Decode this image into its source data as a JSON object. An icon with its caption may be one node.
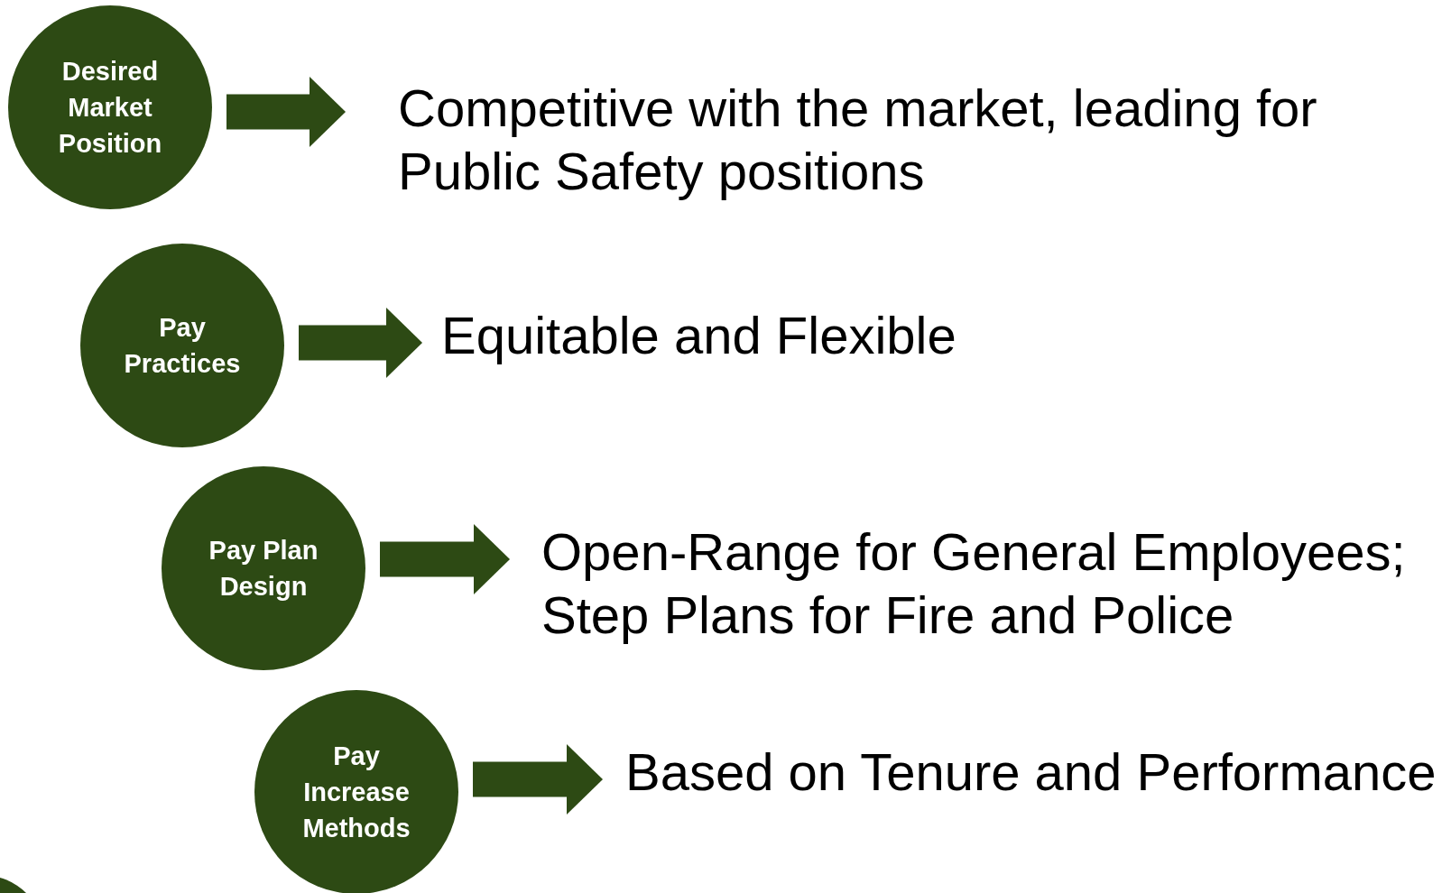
{
  "diagram": {
    "nodes": [
      {
        "text": [
          "Desired Market Position"
        ]
      },
      {
        "text": [
          "Competitive with the market, leading for Public Safety positions"
        ]
      },
      {
        "text": [
          "Pay Practices"
        ]
      },
      {
        "text": [
          "Equitable and Flexible"
        ]
      },
      {
        "text": [
          "Pay Plan Design"
        ]
      },
      {
        "text": [
          "Open-Range for General Employees; Step Plans for Fire and Police"
        ]
      },
      {
        "text": [
          "Pay Increase Methods"
        ]
      },
      {
        "text": [
          "Based on Tenure and Performance"
        ]
      },
      {
        "text": [],
        "shape": "circle"
      }
    ],
    "edges": [
      {
        "from": 0,
        "to": 1,
        "arrow": "to"
      },
      {
        "from": 2,
        "to": 3,
        "arrow": "to"
      },
      {
        "from": 4,
        "to": 5,
        "arrow": "to"
      },
      {
        "from": 6,
        "to": 7,
        "arrow": "to"
      }
    ]
  }
}
